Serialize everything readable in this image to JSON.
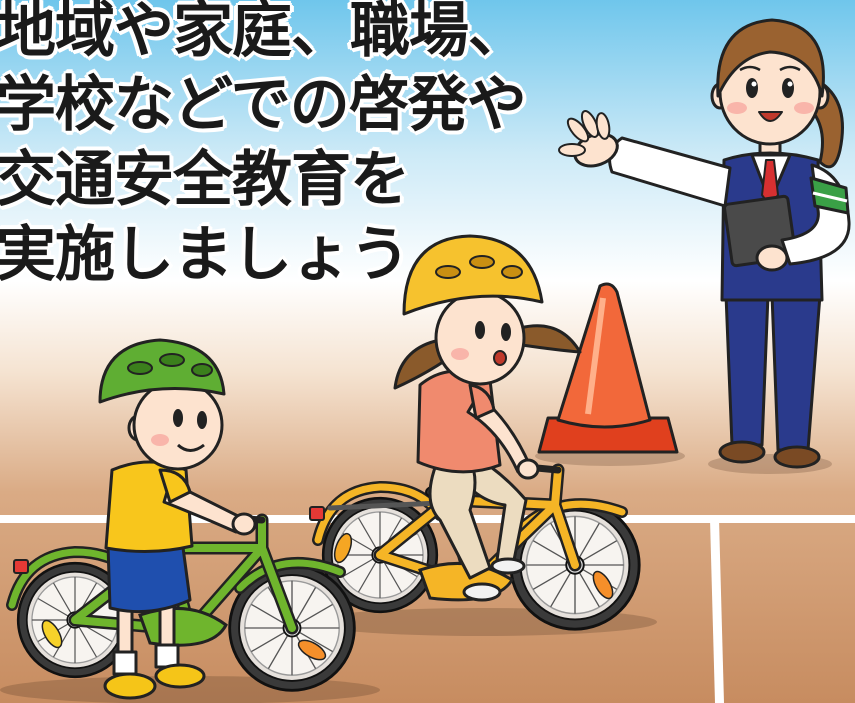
{
  "poster": {
    "headline_lines": [
      "地域や家庭、職場、",
      "学校などでの啓発や",
      "交通安全教育を",
      "実施しましょう"
    ]
  },
  "colors": {
    "sky_top": "#6fc6ec",
    "ground": "#c78c60",
    "road_line": "#ffffff",
    "headline_text": "#1a1a1a",
    "headline_outline": "#ffffff"
  }
}
